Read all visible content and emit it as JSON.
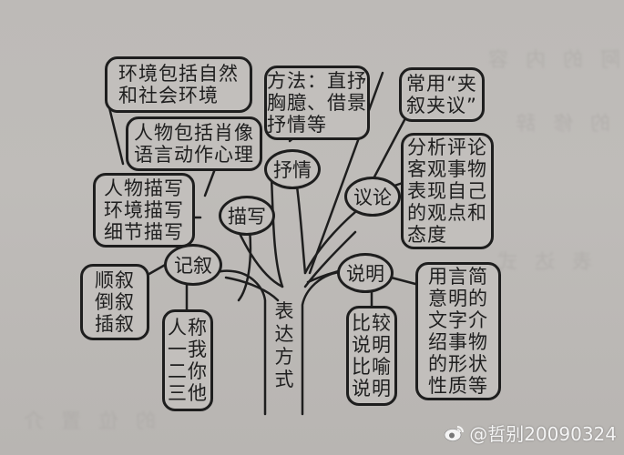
{
  "diagram": {
    "root": {
      "label": "表达方式",
      "label_vertical": "表\n达\n方\n式"
    },
    "branches": [
      {
        "id": "narration",
        "label": "记叙",
        "children": [
          {
            "id": "order",
            "text": "顺叙\n倒叙\n插叙"
          },
          {
            "id": "person",
            "text": "人称\n一我\n二你\n三他",
            "reading": "人称：一我 二你 三他"
          }
        ]
      },
      {
        "id": "description",
        "label": "描写",
        "children": [
          {
            "id": "types",
            "text": "人物描写\n环境描写\n细节描写"
          },
          {
            "id": "environment",
            "text": "环境包括自然\n和社会环境"
          },
          {
            "id": "character",
            "text": "人物包括肖像\n语言动作心理"
          }
        ]
      },
      {
        "id": "lyric",
        "label": "抒情",
        "children": [
          {
            "id": "methods",
            "text": "方法：直抒\n胸臆、借景\n抒情等"
          }
        ]
      },
      {
        "id": "argument",
        "label": "议论",
        "children": [
          {
            "id": "mixed",
            "text": "常用“夹\n叙夹议”"
          },
          {
            "id": "analysis",
            "text": "分析评论\n客观事物\n表现自己\n的观点和\n态度"
          }
        ]
      },
      {
        "id": "exposition",
        "label": "说明",
        "children": [
          {
            "id": "methods",
            "text": "比较\n说明\n比喻\n说明"
          },
          {
            "id": "definition",
            "text": "用言简\n意明的\n文字介\n绍事物\n的形状\n性质等"
          }
        ]
      }
    ]
  },
  "watermark": {
    "icon": "weibo-icon",
    "text": "@哲别20090324"
  },
  "colors": {
    "paper": "#bdbab7",
    "ink": "#1e1e1e",
    "watermark": "#f4f4f4"
  }
}
